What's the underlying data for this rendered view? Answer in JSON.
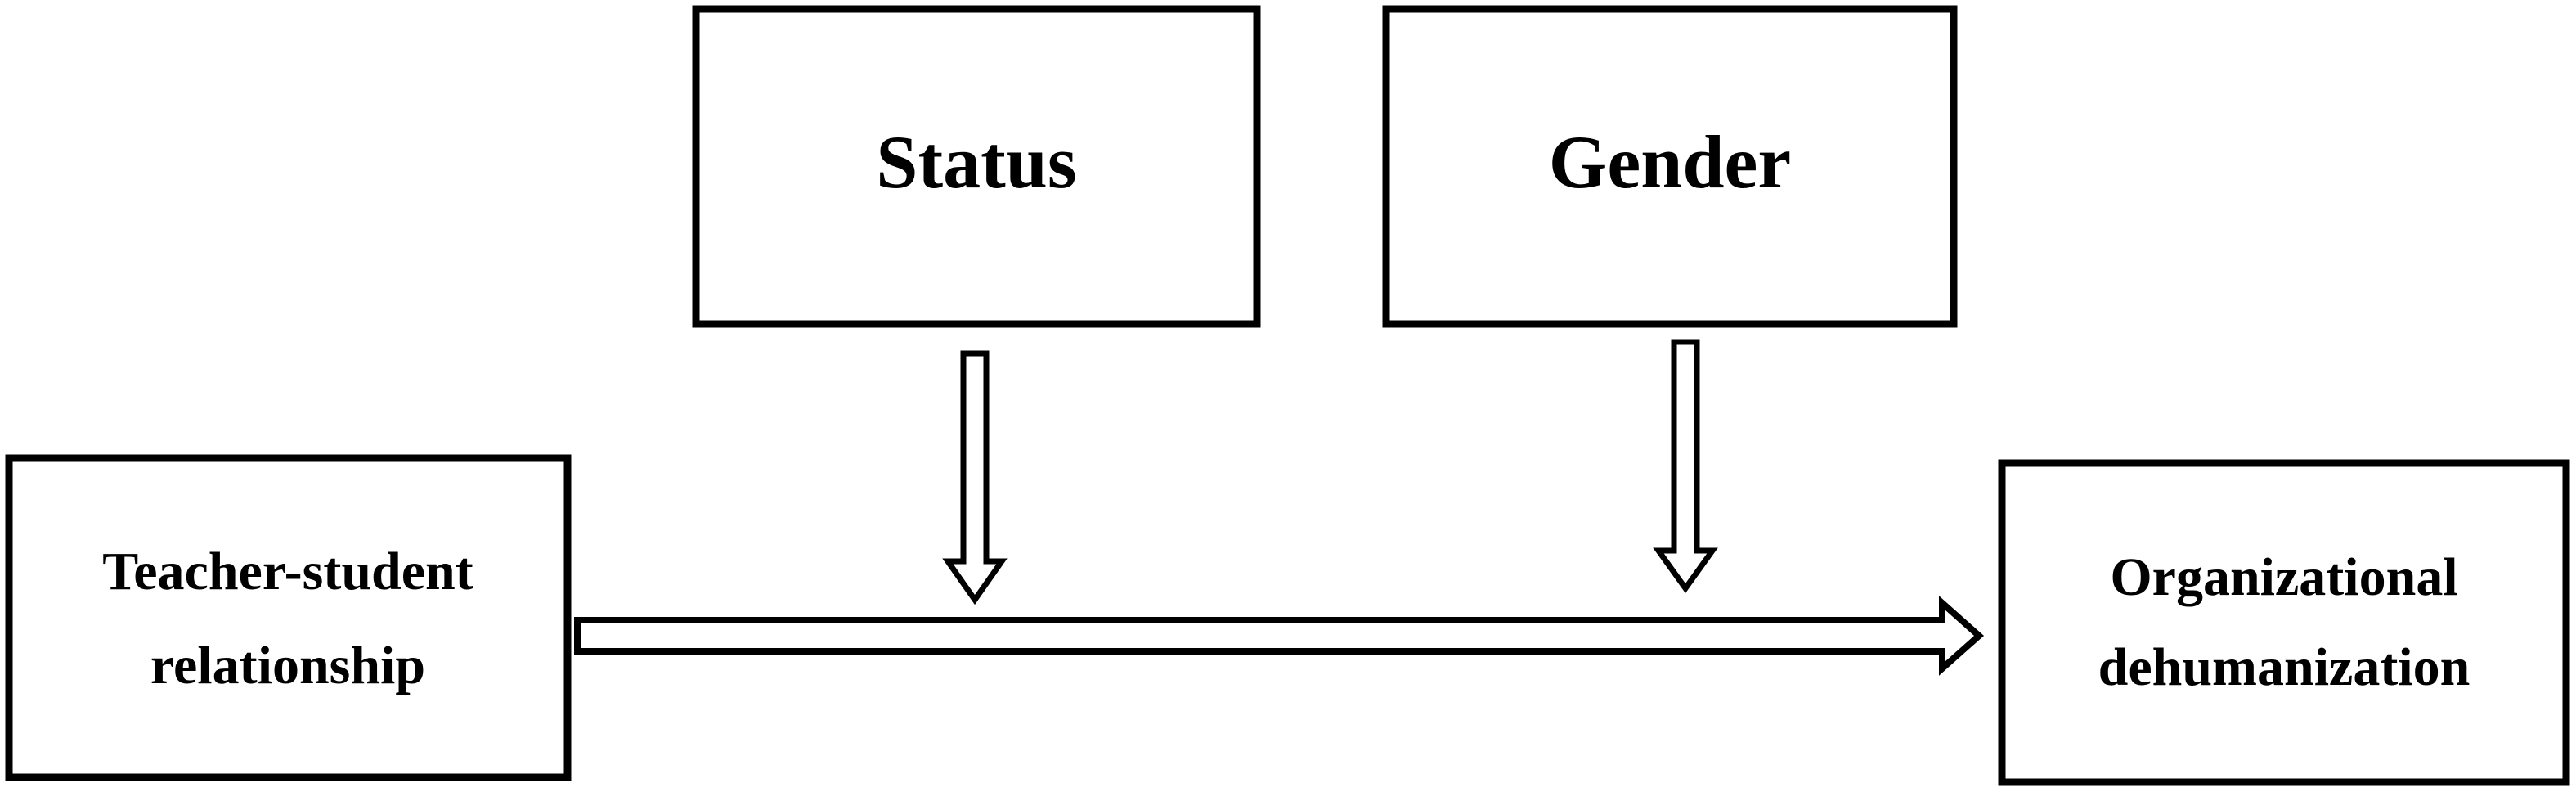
{
  "diagram": {
    "nodes": {
      "status": {
        "label": "Status"
      },
      "gender": {
        "label": "Gender"
      },
      "predictor": {
        "line1": "Teacher-student",
        "line2": "relationship"
      },
      "outcome": {
        "line1": "Organizational",
        "line2": "dehumanization"
      }
    },
    "edges": [
      {
        "from": "predictor",
        "to": "outcome",
        "kind": "main-effect"
      },
      {
        "from": "status",
        "to": "predictor-outcome-path",
        "kind": "moderation"
      },
      {
        "from": "gender",
        "to": "predictor-outcome-path",
        "kind": "moderation"
      }
    ],
    "colors": {
      "stroke": "#000000",
      "fill": "#ffffff"
    }
  }
}
